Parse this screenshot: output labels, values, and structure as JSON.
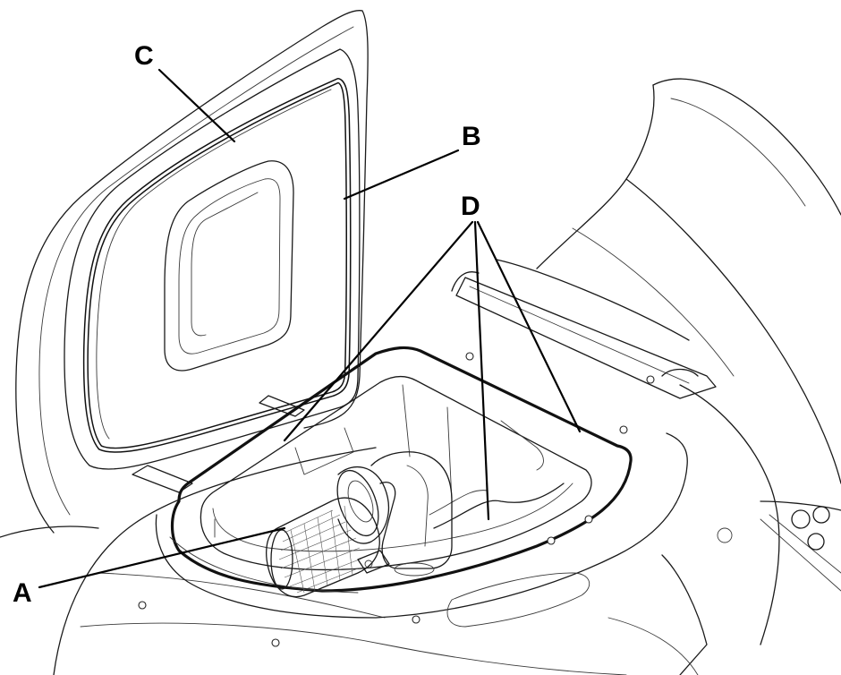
{
  "callouts": {
    "a": "A",
    "b": "B",
    "c": "C",
    "d": "D"
  },
  "colors": {
    "line": "#1a1a1a",
    "background": "#ffffff"
  }
}
